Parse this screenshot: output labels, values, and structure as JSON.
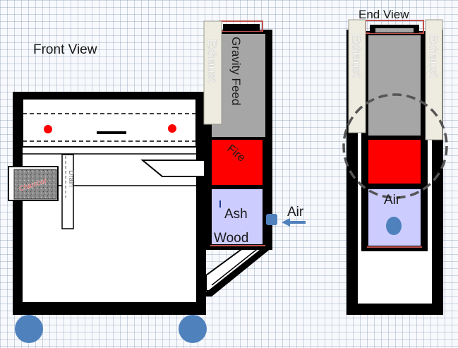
{
  "front_view": {
    "title": "Front View",
    "exhaust": "Exhaust",
    "gravity_feed": "Gravity Feed",
    "fire": "Fire",
    "ash": "Ash",
    "wood": "Wood",
    "air": "Air",
    "drain": "Drain",
    "charcoal": "Charcoal"
  },
  "end_view": {
    "title": "End View",
    "exhaust_left": "Exhaust",
    "exhaust_right": "Exhaust",
    "air": "Air"
  },
  "colors": {
    "frame": "#000000",
    "fire": "#ff0000",
    "hopper": "#a6a6a6",
    "exhaust": "#eeece1",
    "ash_chamber": "#ccccff",
    "wheel": "#4f81bd",
    "air_arrow": "#4f81bd",
    "drain_text": "#808080",
    "charcoal_text": "#cc0000",
    "cap_outline": "#c0504d"
  }
}
